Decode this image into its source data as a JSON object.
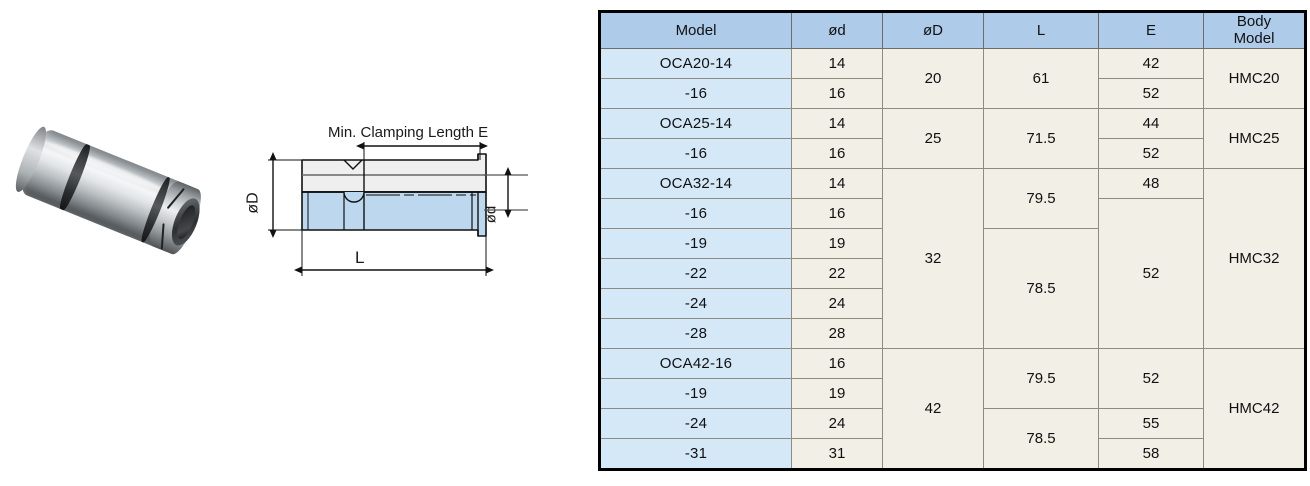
{
  "photo": {
    "alt_name": "straight-shank-collet-photo"
  },
  "diagram": {
    "title_label": "Min. Clamping Length E",
    "length_label": "L",
    "outer_dia_label": "øD",
    "inner_dia_label": "ød"
  },
  "table": {
    "headers": [
      "Model",
      "ød",
      "øD",
      "L",
      "E",
      "Body\nModel"
    ],
    "header_model": "Model",
    "header_od": "ød",
    "header_bigD": "øD",
    "header_L": "L",
    "header_E": "E",
    "header_body_line1": "Body",
    "header_body_line2": "Model",
    "groups": [
      {
        "name": "OCA20",
        "bigD": "20",
        "body_model": "HMC20",
        "rows": [
          {
            "model": "OCA20-14",
            "od": "14",
            "L": "61",
            "L_span": 2,
            "E": "42",
            "E_span": 1
          },
          {
            "model": "-16",
            "od": "16",
            "E": "52",
            "E_span": 1
          }
        ]
      },
      {
        "name": "OCA25",
        "bigD": "25",
        "body_model": "HMC25",
        "rows": [
          {
            "model": "OCA25-14",
            "od": "14",
            "L": "71.5",
            "L_span": 2,
            "E": "44",
            "E_span": 1
          },
          {
            "model": "-16",
            "od": "16",
            "E": "52",
            "E_span": 1
          }
        ]
      },
      {
        "name": "OCA32",
        "bigD": "32",
        "body_model": "HMC32",
        "rows": [
          {
            "model": "OCA32-14",
            "od": "14",
            "L": "79.5",
            "L_span": 2,
            "E": "48",
            "E_span": 1
          },
          {
            "model": "-16",
            "od": "16",
            "E": "52",
            "E_span": 5
          },
          {
            "model": "-19",
            "od": "19",
            "L": "78.5",
            "L_span": 4
          },
          {
            "model": "-22",
            "od": "22"
          },
          {
            "model": "-24",
            "od": "24"
          },
          {
            "model": "-28",
            "od": "28"
          }
        ]
      },
      {
        "name": "OCA42",
        "bigD": "42",
        "body_model": "HMC42",
        "rows": [
          {
            "model": "OCA42-16",
            "od": "16",
            "L": "79.5",
            "L_span": 2,
            "E": "52",
            "E_span": 2
          },
          {
            "model": "-19",
            "od": "19"
          },
          {
            "model": "-24",
            "od": "24",
            "L": "78.5",
            "L_span": 2,
            "E": "55",
            "E_span": 1
          },
          {
            "model": "-31",
            "od": "31",
            "E": "58",
            "E_span": 1
          }
        ]
      }
    ]
  },
  "colors": {
    "header_blue": "#aecbea",
    "model_blue": "#d4e8f8",
    "cell_cream": "#f2efe7",
    "section_blue": "#bdd7ee",
    "line_dark": "#1a1a1a"
  }
}
